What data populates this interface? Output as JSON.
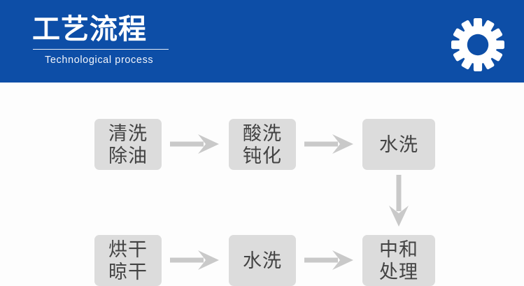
{
  "header": {
    "title": "工艺流程",
    "subtitle": "Technological process",
    "gear_icon_name": "gear-icon",
    "background_color": "#0d4ea7",
    "text_color": "#ffffff"
  },
  "flow": {
    "background_color": "#fdfdfd",
    "node_fill_color": "#dcdcdc",
    "node_text_color": "#434343",
    "arrow_color": "#c9c9c9",
    "rows": [
      {
        "row_index": 1,
        "nodes": [
          {
            "id": "clean",
            "lines": [
              "清洗",
              "除油"
            ]
          },
          {
            "id": "pickle",
            "lines": [
              "酸洗",
              "钝化"
            ]
          },
          {
            "id": "rinse1",
            "lines": [
              "水洗"
            ]
          }
        ],
        "connectors": [
          "arrow-right",
          "arrow-right"
        ]
      },
      {
        "row_index": 2,
        "nodes": [
          {
            "id": "dry",
            "lines": [
              "烘干",
              "晾干"
            ]
          },
          {
            "id": "rinse2",
            "lines": [
              "水洗"
            ]
          },
          {
            "id": "neutral",
            "lines": [
              "中和",
              "处理"
            ]
          }
        ],
        "connectors": [
          "arrow-right",
          "arrow-right"
        ]
      }
    ],
    "row_connector": "arrow-down",
    "steps_in_order": [
      "清洗除油",
      "酸洗钝化",
      "水洗",
      "中和处理",
      "水洗",
      "烘干晾干"
    ]
  }
}
